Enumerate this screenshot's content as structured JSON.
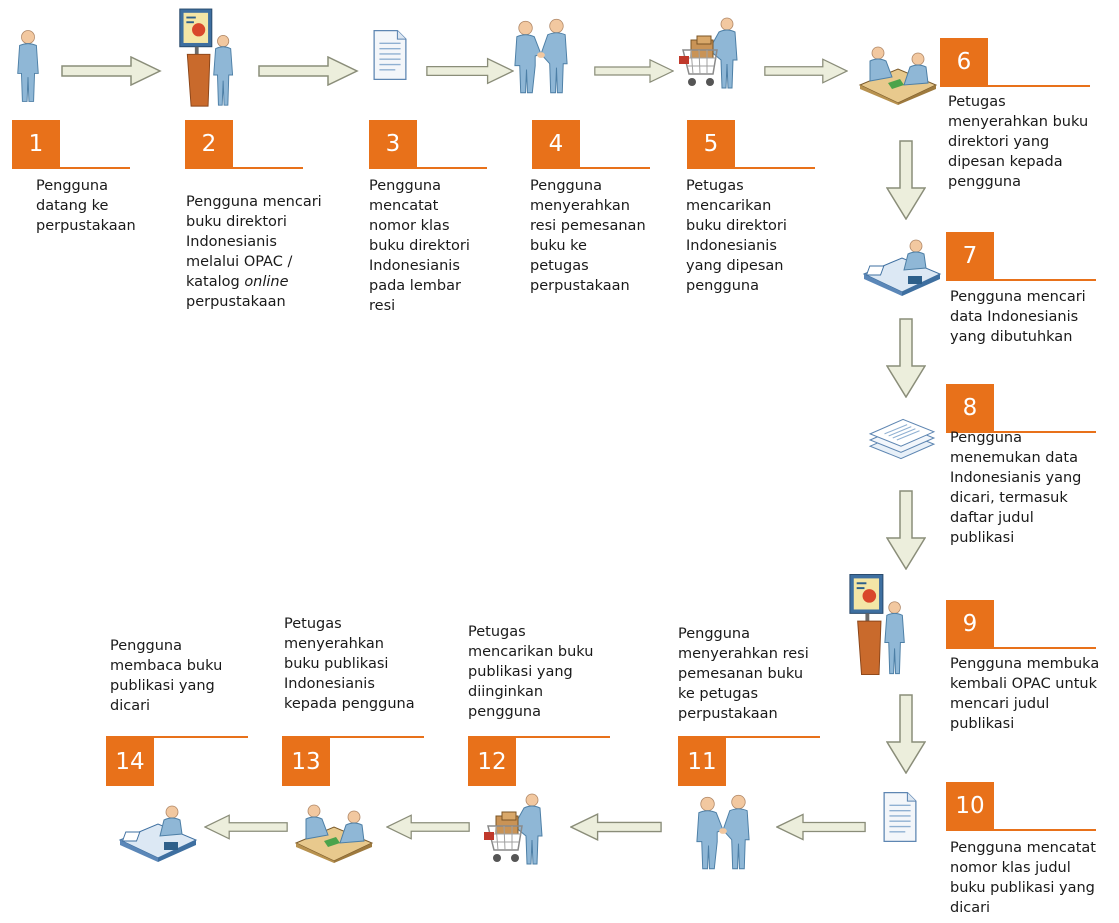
{
  "colors": {
    "accent": "#E8711A",
    "arrow_fill": "#ECEEDC",
    "arrow_stroke": "#8A8D79",
    "figure": "#8FB7D6"
  },
  "steps": [
    {
      "number": "1",
      "text": "Pengguna\ndatang ke\nperpustakaan",
      "icon": "person-standing-icon"
    },
    {
      "number": "2",
      "text": "Pengguna mencari\nbuku direktori\nIndonesianis\nmelalui OPAC /\nkatalog online\nperpustakaan",
      "icon": "person-at-kiosk-icon"
    },
    {
      "number": "3",
      "text": "Pengguna\nmencatat\nnomor klas\nbuku direktori\nIndonesianis\npada lembar\nresi",
      "icon": "document-icon"
    },
    {
      "number": "4",
      "text": "Pengguna\nmenyerahkan\nresi pemesanan\nbuku ke\npetugas\nperpustakaan",
      "icon": "handshake-icon"
    },
    {
      "number": "5",
      "text": "Petugas\nmencarikan\nbuku direktori\nIndonesianis\nyang dipesan\npengguna",
      "icon": "shopping-cart-icon"
    },
    {
      "number": "6",
      "text": "Petugas\nmenyerahkan buku\ndirektori yang\ndipesan kepada\npengguna",
      "icon": "desk-handover-icon"
    },
    {
      "number": "7",
      "text": "Pengguna mencari\ndata Indonesianis\nyang dibutuhkan",
      "icon": "person-at-desk-icon"
    },
    {
      "number": "8",
      "text": "Pengguna\nmenemukan data\nIndonesianis yang\ndicari, termasuk\ndaftar judul\npublikasi",
      "icon": "document-stack-icon"
    },
    {
      "number": "9",
      "text": "Pengguna membuka\nkembali OPAC untuk\nmencari judul\npublikasi",
      "icon": "person-at-kiosk-icon"
    },
    {
      "number": "10",
      "text": "Pengguna mencatat\nnomor klas judul\nbuku publikasi yang\ndicari",
      "icon": "document-icon"
    },
    {
      "number": "11",
      "text": "Pengguna\nmenyerahkan resi\npemesanan buku\nke petugas\nperpustakaan",
      "icon": "handshake-icon"
    },
    {
      "number": "12",
      "text": "Petugas\nmencarikan buku\npublikasi yang\ndiinginkan\npengguna",
      "icon": "shopping-cart-icon"
    },
    {
      "number": "13",
      "text": "Petugas\nmenyerahkan\nbuku publikasi\nIndonesianis\nkepada pengguna",
      "icon": "desk-handover-icon"
    },
    {
      "number": "14",
      "text": "Pengguna\nmembaca buku\npublikasi yang\ndicari",
      "icon": "person-at-desk-icon"
    }
  ]
}
